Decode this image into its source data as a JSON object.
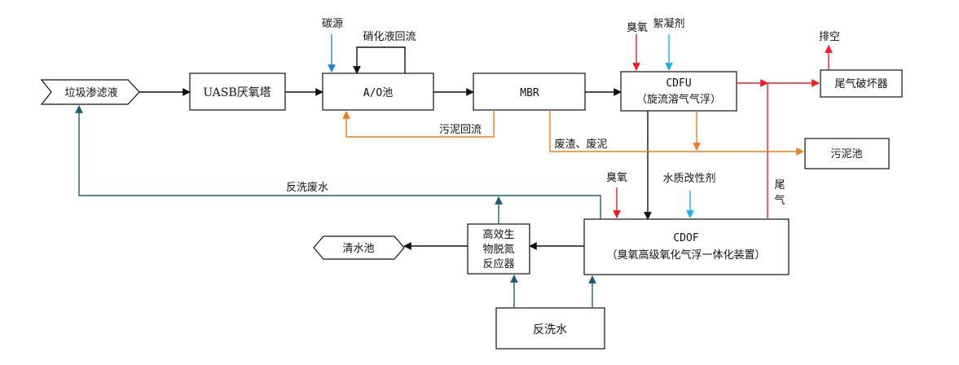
{
  "colors": {
    "black": "#111111",
    "blue": "#1e88d8",
    "cyan": "#1ab2ee",
    "red": "#ee1c24",
    "orange": "#ef7d22",
    "teal": "#1d5e70"
  },
  "nodes": {
    "landfill": "垃圾渗滤液",
    "uasb": "UASB厌氧塔",
    "ao": "A/O池",
    "mbr": "MBR",
    "cdfu_1": "CDFU",
    "cdfu_2": "（旋流溶气气浮）",
    "tail_destroyer": "尾气破坏器",
    "sludge_pool": "污泥池",
    "cdof_1": "CDOF",
    "cdof_2": "（臭氧高级氧化气浮一体化装置）",
    "bio_1": "高效生",
    "bio_2": "物脱氮",
    "bio_3": "反应器",
    "clear_pool": "清水池",
    "backwash_water": "反洗水"
  },
  "labels": {
    "carbon": "碳源",
    "nitrate_reflux": "硝化液回流",
    "ozone_1": "臭氧",
    "flocculant": "絮凝剂",
    "exhaust": "排空",
    "sludge_reflux": "污泥回流",
    "waste_residue": "废渣、废泥",
    "ozone_2": "臭氧",
    "modifier": "水质改性剂",
    "tail_gas_1": "尾",
    "tail_gas_2": "气",
    "backwash_waste": "反洗废水"
  }
}
